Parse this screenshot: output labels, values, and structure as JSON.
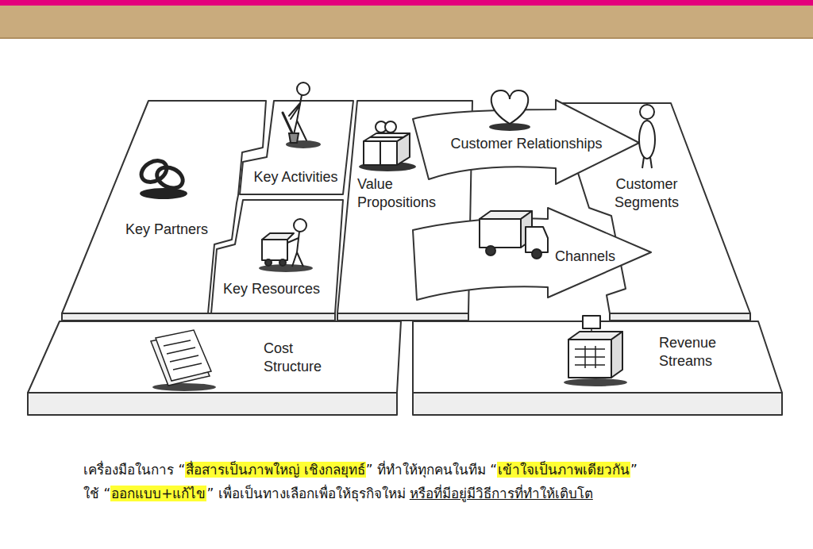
{
  "diagram": {
    "nodes": [
      {
        "text": [
          "Key Partners"
        ]
      },
      {
        "text": [
          "Key Activities"
        ]
      },
      {
        "text": [
          "Key Resources"
        ]
      },
      {
        "text": [
          "Value Propositions"
        ]
      },
      {
        "text": [
          "Customer Relationships"
        ]
      },
      {
        "text": [
          "Channels"
        ]
      },
      {
        "text": [
          "Customer Segments"
        ]
      },
      {
        "text": [
          "Cost Structure"
        ]
      },
      {
        "text": [
          "Revenue Streams"
        ]
      }
    ],
    "labels": [
      "เครื่องมือในการ “",
      "สื่อสารเป็นภาพใหญ่ เชิงกลยุทธ์",
      "” ที่ทำให้ทุกคนในทีม “",
      "เข้าใจเป็นภาพเดียวกัน",
      "”",
      "ใช้ “",
      "ออกแบบ+แก้ไข",
      "” เพื่อเป็นทางเลือกเพื่อให้ธุรกิจใหม่",
      "หรือที่มีอยู่มีวิธีการที่ทำให้เติบโต"
    ]
  }
}
